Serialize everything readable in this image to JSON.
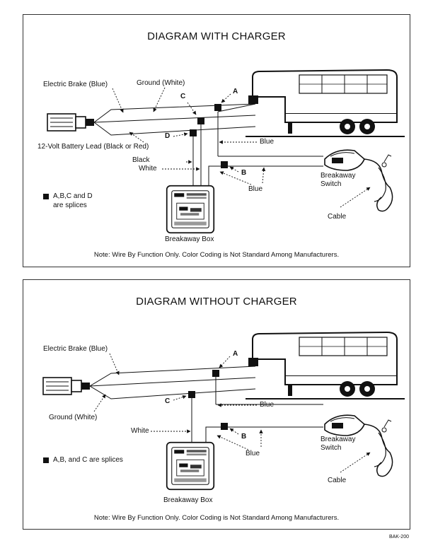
{
  "diagram_with_charger": {
    "title": "DIAGRAM WITH CHARGER",
    "labels": {
      "electric_brake": "Electric Brake (Blue)",
      "ground": "Ground (White)",
      "battery_lead": "12-Volt Battery Lead (Black or Red)",
      "black": "Black",
      "white": "White",
      "blue_top": "Blue",
      "blue_bottom": "Blue",
      "breakaway_switch_1": "Breakaway",
      "breakaway_switch_2": "Switch",
      "cable": "Cable",
      "breakaway_box": "Breakaway Box",
      "splice_a": "A",
      "splice_b": "B",
      "splice_c": "C",
      "splice_d": "D"
    },
    "legend": [
      "A,B,C and D",
      "are splices"
    ],
    "note": "Note: Wire By Function Only. Color Coding is Not Standard Among Manufacturers."
  },
  "diagram_without_charger": {
    "title": "DIAGRAM WITHOUT CHARGER",
    "labels": {
      "electric_brake": "Electric Brake (Blue)",
      "ground": "Ground (White)",
      "white": "White",
      "blue_top": "Blue",
      "blue_bottom": "Blue",
      "breakaway_switch_1": "Breakaway",
      "breakaway_switch_2": "Switch",
      "cable": "Cable",
      "breakaway_box": "Breakaway Box",
      "splice_a": "A",
      "splice_b": "B",
      "splice_c": "C"
    },
    "legend": [
      "A,B, and C are splices"
    ],
    "note": "Note: Wire By Function Only. Color Coding is Not Standard Among Manufacturers."
  },
  "footer": {
    "code": "BAK-200"
  }
}
